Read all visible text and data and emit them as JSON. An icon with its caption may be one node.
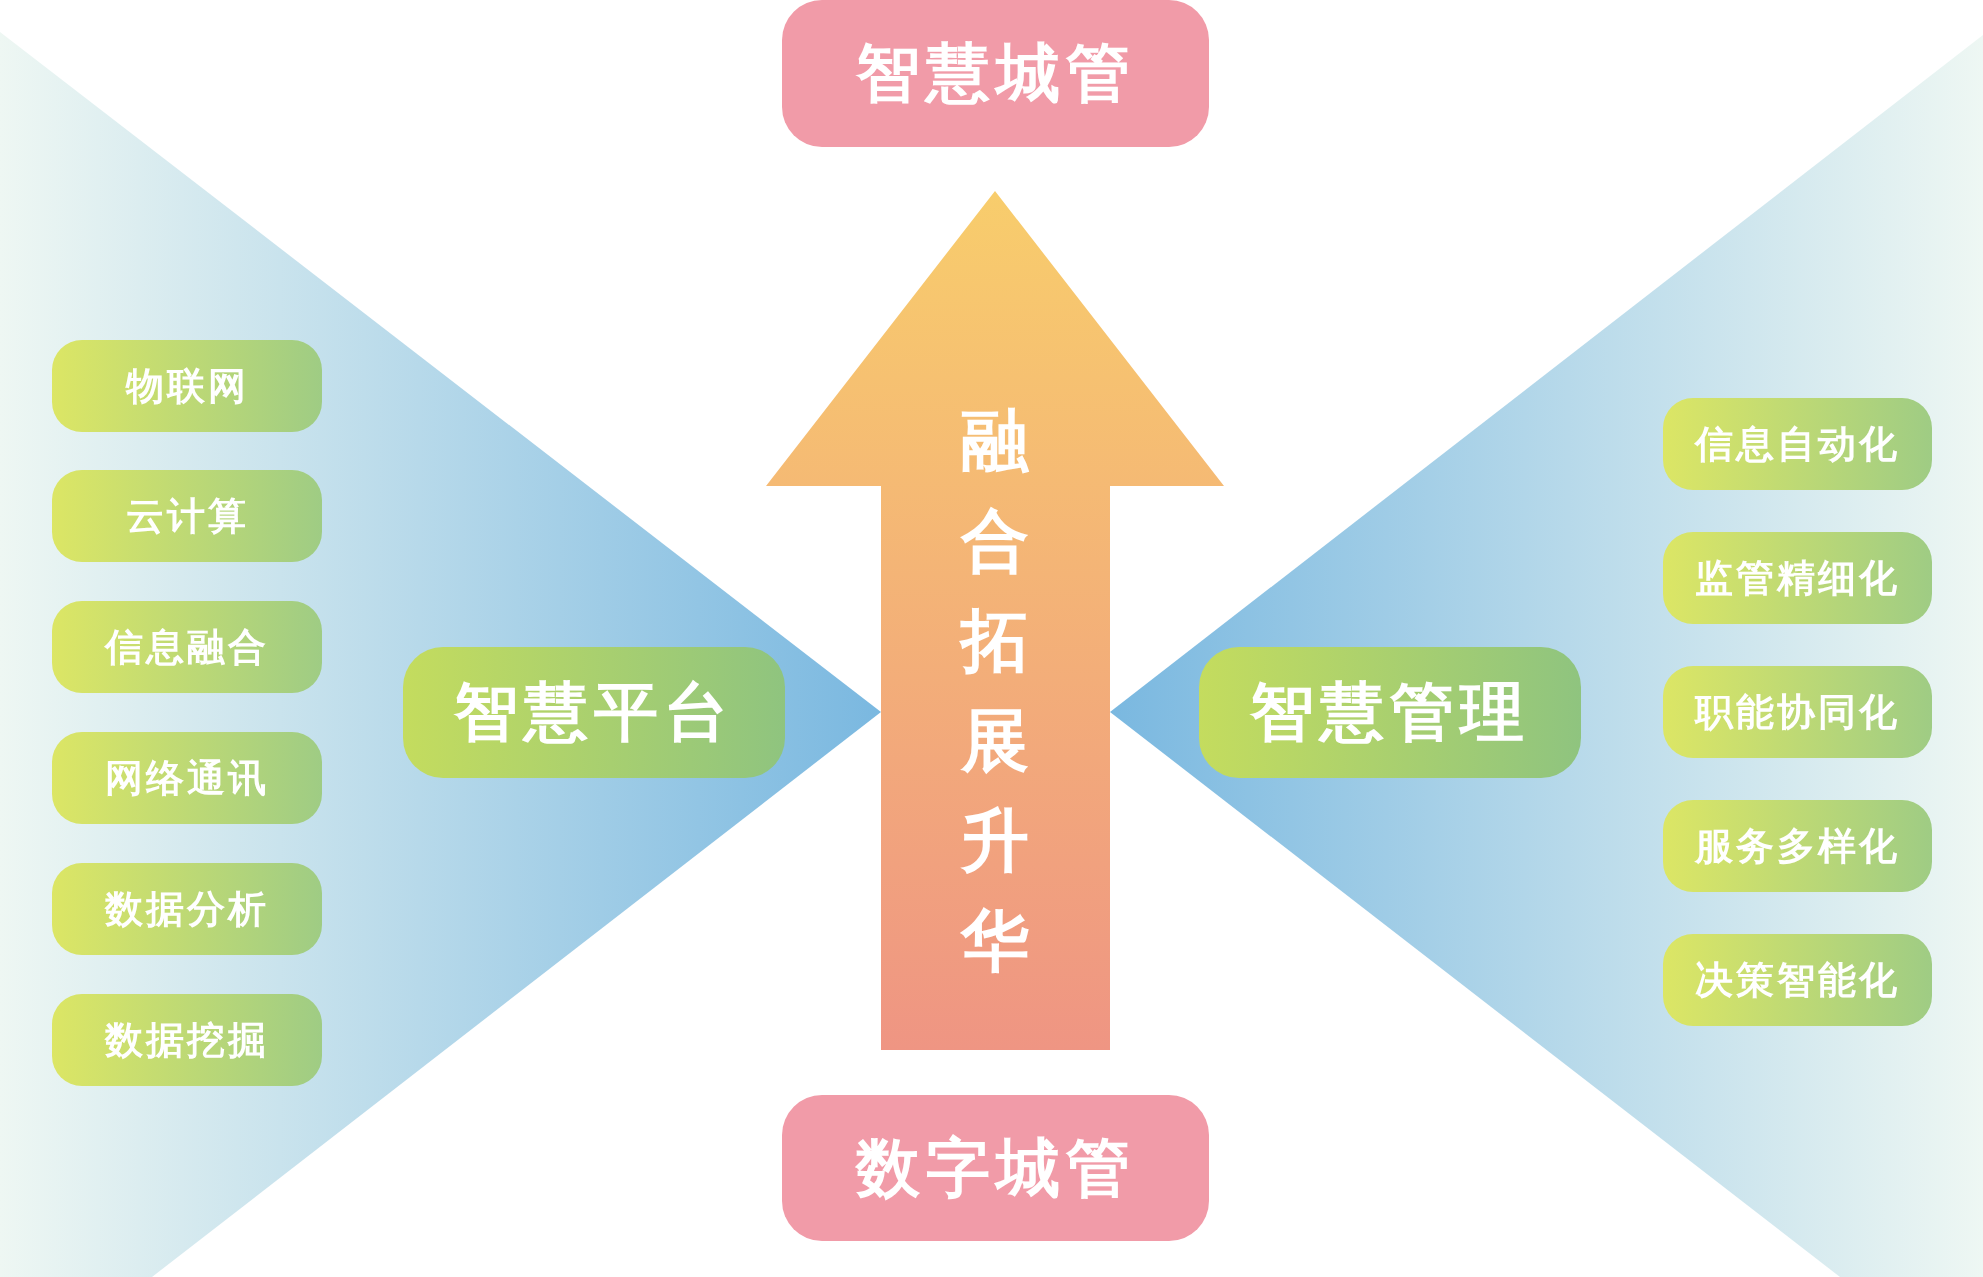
{
  "diagram": {
    "nodes": [
      {
        "text": [
          "智慧城管"
        ]
      },
      {
        "text": [
          "物联网"
        ]
      },
      {
        "text": [
          "云计算"
        ]
      },
      {
        "text": [
          "信息融合"
        ]
      },
      {
        "text": [
          "网络通讯"
        ]
      },
      {
        "text": [
          "数据分析"
        ]
      },
      {
        "text": [
          "数据挖掘"
        ]
      },
      {
        "text": [
          "智慧平台"
        ]
      },
      {
        "text": [
          "融合拓展升华"
        ]
      },
      {
        "text": [
          "智慧管理"
        ]
      },
      {
        "text": [
          "信息自动化"
        ]
      },
      {
        "text": [
          "监管精细化"
        ]
      },
      {
        "text": [
          "职能协同化"
        ]
      },
      {
        "text": [
          "服务多样化"
        ]
      },
      {
        "text": [
          "决策智能化"
        ]
      },
      {
        "text": [
          "数字城管"
        ]
      }
    ]
  }
}
